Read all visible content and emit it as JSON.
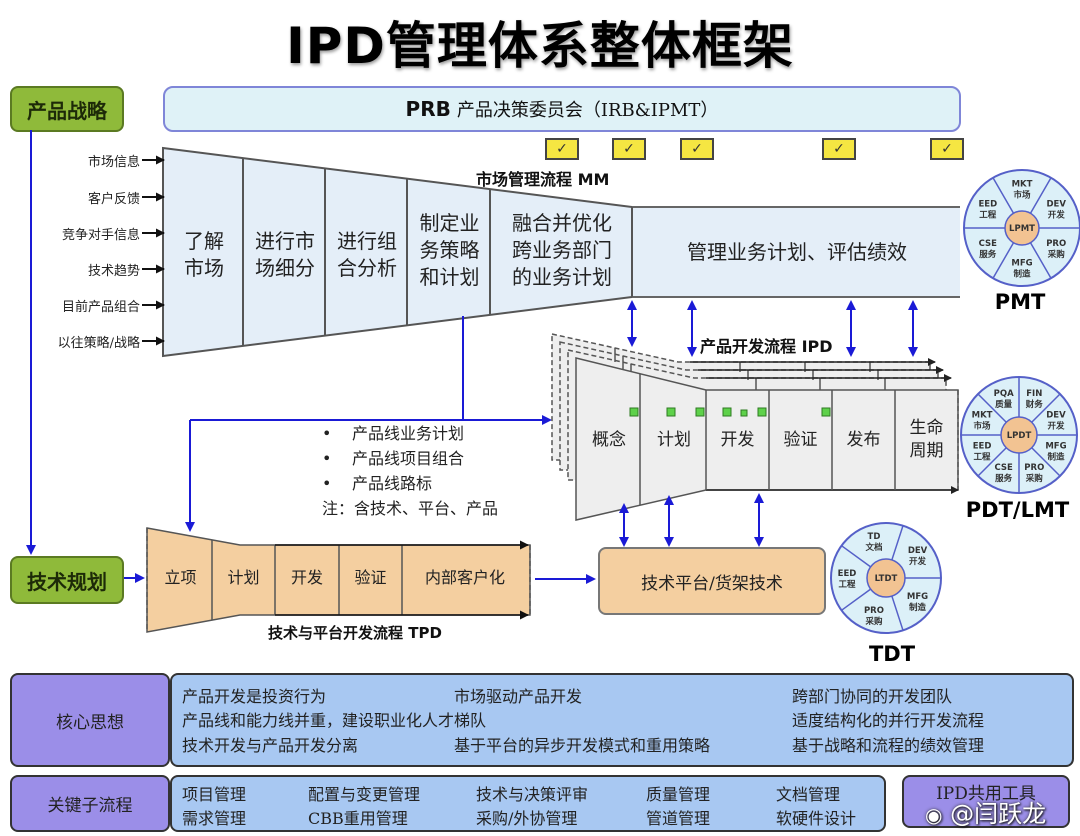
{
  "title": "IPD管理体系整体框架",
  "product_strategy": "产品战略",
  "tech_planning": "技术规划",
  "prb": {
    "bold": "PRB",
    "text": "产品决策委员会（IRB&IPMT）"
  },
  "checkpoints": [
    "✓",
    "✓",
    "✓",
    "✓",
    "✓"
  ],
  "market_inputs": [
    "市场信息",
    "客户反馈",
    "竞争对手信息",
    "技术趋势",
    "目前产品组合",
    "以往策略/战略"
  ],
  "mm": {
    "label": "市场管理流程 MM",
    "steps": [
      "了解\n市场",
      "进行市\n场细分",
      "进行组\n合分析",
      "制定业\n务策略\n和计划",
      "融合并优化\n跨业务部门\n的业务计划"
    ],
    "manage": "管理业务计划、评估绩效"
  },
  "ipd": {
    "label": "产品开发流程 IPD",
    "phases": [
      "概念",
      "计划",
      "开发",
      "验证",
      "发布",
      "生命\n周期"
    ]
  },
  "outputs": {
    "items": [
      "产品线业务计划",
      "产品线项目组合",
      "产品线路标"
    ],
    "note": "注：含技术、平台、产品"
  },
  "tpd": {
    "label": "技术与平台开发流程 TPD",
    "steps": [
      "立项",
      "计划",
      "开发",
      "验证",
      "内部客户化"
    ]
  },
  "tech_platform": "技术平台/货架技术",
  "wheels": {
    "pmt": {
      "name": "PMT",
      "center": "LPMT",
      "segments": [
        [
          "MKT",
          "市场"
        ],
        [
          "DEV",
          "开发"
        ],
        [
          "PRO",
          "采购"
        ],
        [
          "MFG",
          "制造"
        ],
        [
          "CSE",
          "服务"
        ],
        [
          "EED",
          "工程"
        ]
      ]
    },
    "pdt": {
      "name": "PDT/LMT",
      "center": "LPDT",
      "segments": [
        [
          "FIN",
          "财务"
        ],
        [
          "DEV",
          "开发"
        ],
        [
          "MFG",
          "制造"
        ],
        [
          "PRO",
          "采购"
        ],
        [
          "CSE",
          "服务"
        ],
        [
          "EED",
          "工程"
        ],
        [
          "MKT",
          "市场"
        ],
        [
          "PQA",
          "质量"
        ]
      ]
    },
    "tdt": {
      "name": "TDT",
      "center": "LTDT",
      "segments": [
        [
          "DEV",
          "开发"
        ],
        [
          "MFG",
          "制造"
        ],
        [
          "PRO",
          "采购"
        ],
        [
          "EED",
          "工程"
        ],
        [
          "TD",
          "文档"
        ]
      ]
    }
  },
  "core_ideas": {
    "heading": "核心思想",
    "rows": [
      [
        "产品开发是投资行为",
        "市场驱动产品开发",
        "跨部门协同的开发团队"
      ],
      [
        "产品线和能力线并重，建设职业化人才梯队",
        "",
        "适度结构化的并行开发流程"
      ],
      [
        "技术开发与产品开发分离",
        "基于平台的异步开发模式和重用策略",
        "基于战略和流程的绩效管理"
      ]
    ]
  },
  "key_subprocesses": {
    "heading": "关键子流程",
    "rows": [
      [
        "项目管理",
        "配置与变更管理",
        "技术与决策评审",
        "质量管理",
        "文档管理"
      ],
      [
        "需求管理",
        "CBB重用管理",
        "采购/外协管理",
        "管道管理",
        "软硬件设计"
      ]
    ]
  },
  "ipd_tools": "IPD共用工具",
  "watermark": "@闫跃龙",
  "colors": {
    "green": "#8fba3a",
    "mm_fill": "#e4eef8",
    "ipd_fill": "#eeeeee",
    "tpd_fill": "#f4cfa0",
    "arrow": "#1a1ad6",
    "check": "#f5e642",
    "wheel_fill": "#dcf0f8",
    "wheel_center": "#f2c392",
    "bottom_head": "#9b8ee8",
    "bottom_body": "#a8c8f2"
  }
}
